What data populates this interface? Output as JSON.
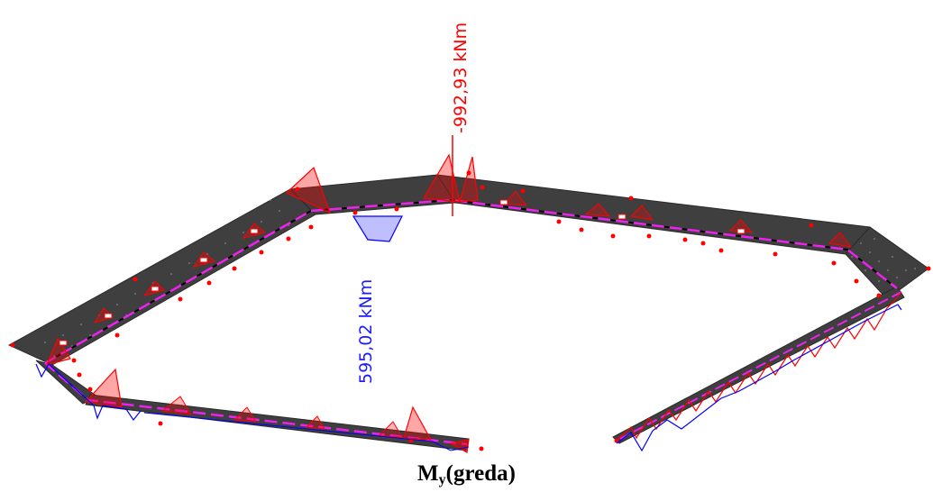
{
  "labels": {
    "max_moment": "-992,93 kNm",
    "min_moment": "595,02 kNm"
  },
  "caption": {
    "symbol": "M",
    "subscript": "y",
    "text": "(greda)"
  },
  "colors": {
    "slab_fill": "#3f3f3f",
    "slab_edge": "#2a2a2a",
    "negative_moment": "#ff0000",
    "positive_moment": "#0000ff",
    "beam_axis": "#ee22ee",
    "beam_centerline": "#000000",
    "max_label": "#ff0000",
    "min_label": "#1c1cff"
  }
}
